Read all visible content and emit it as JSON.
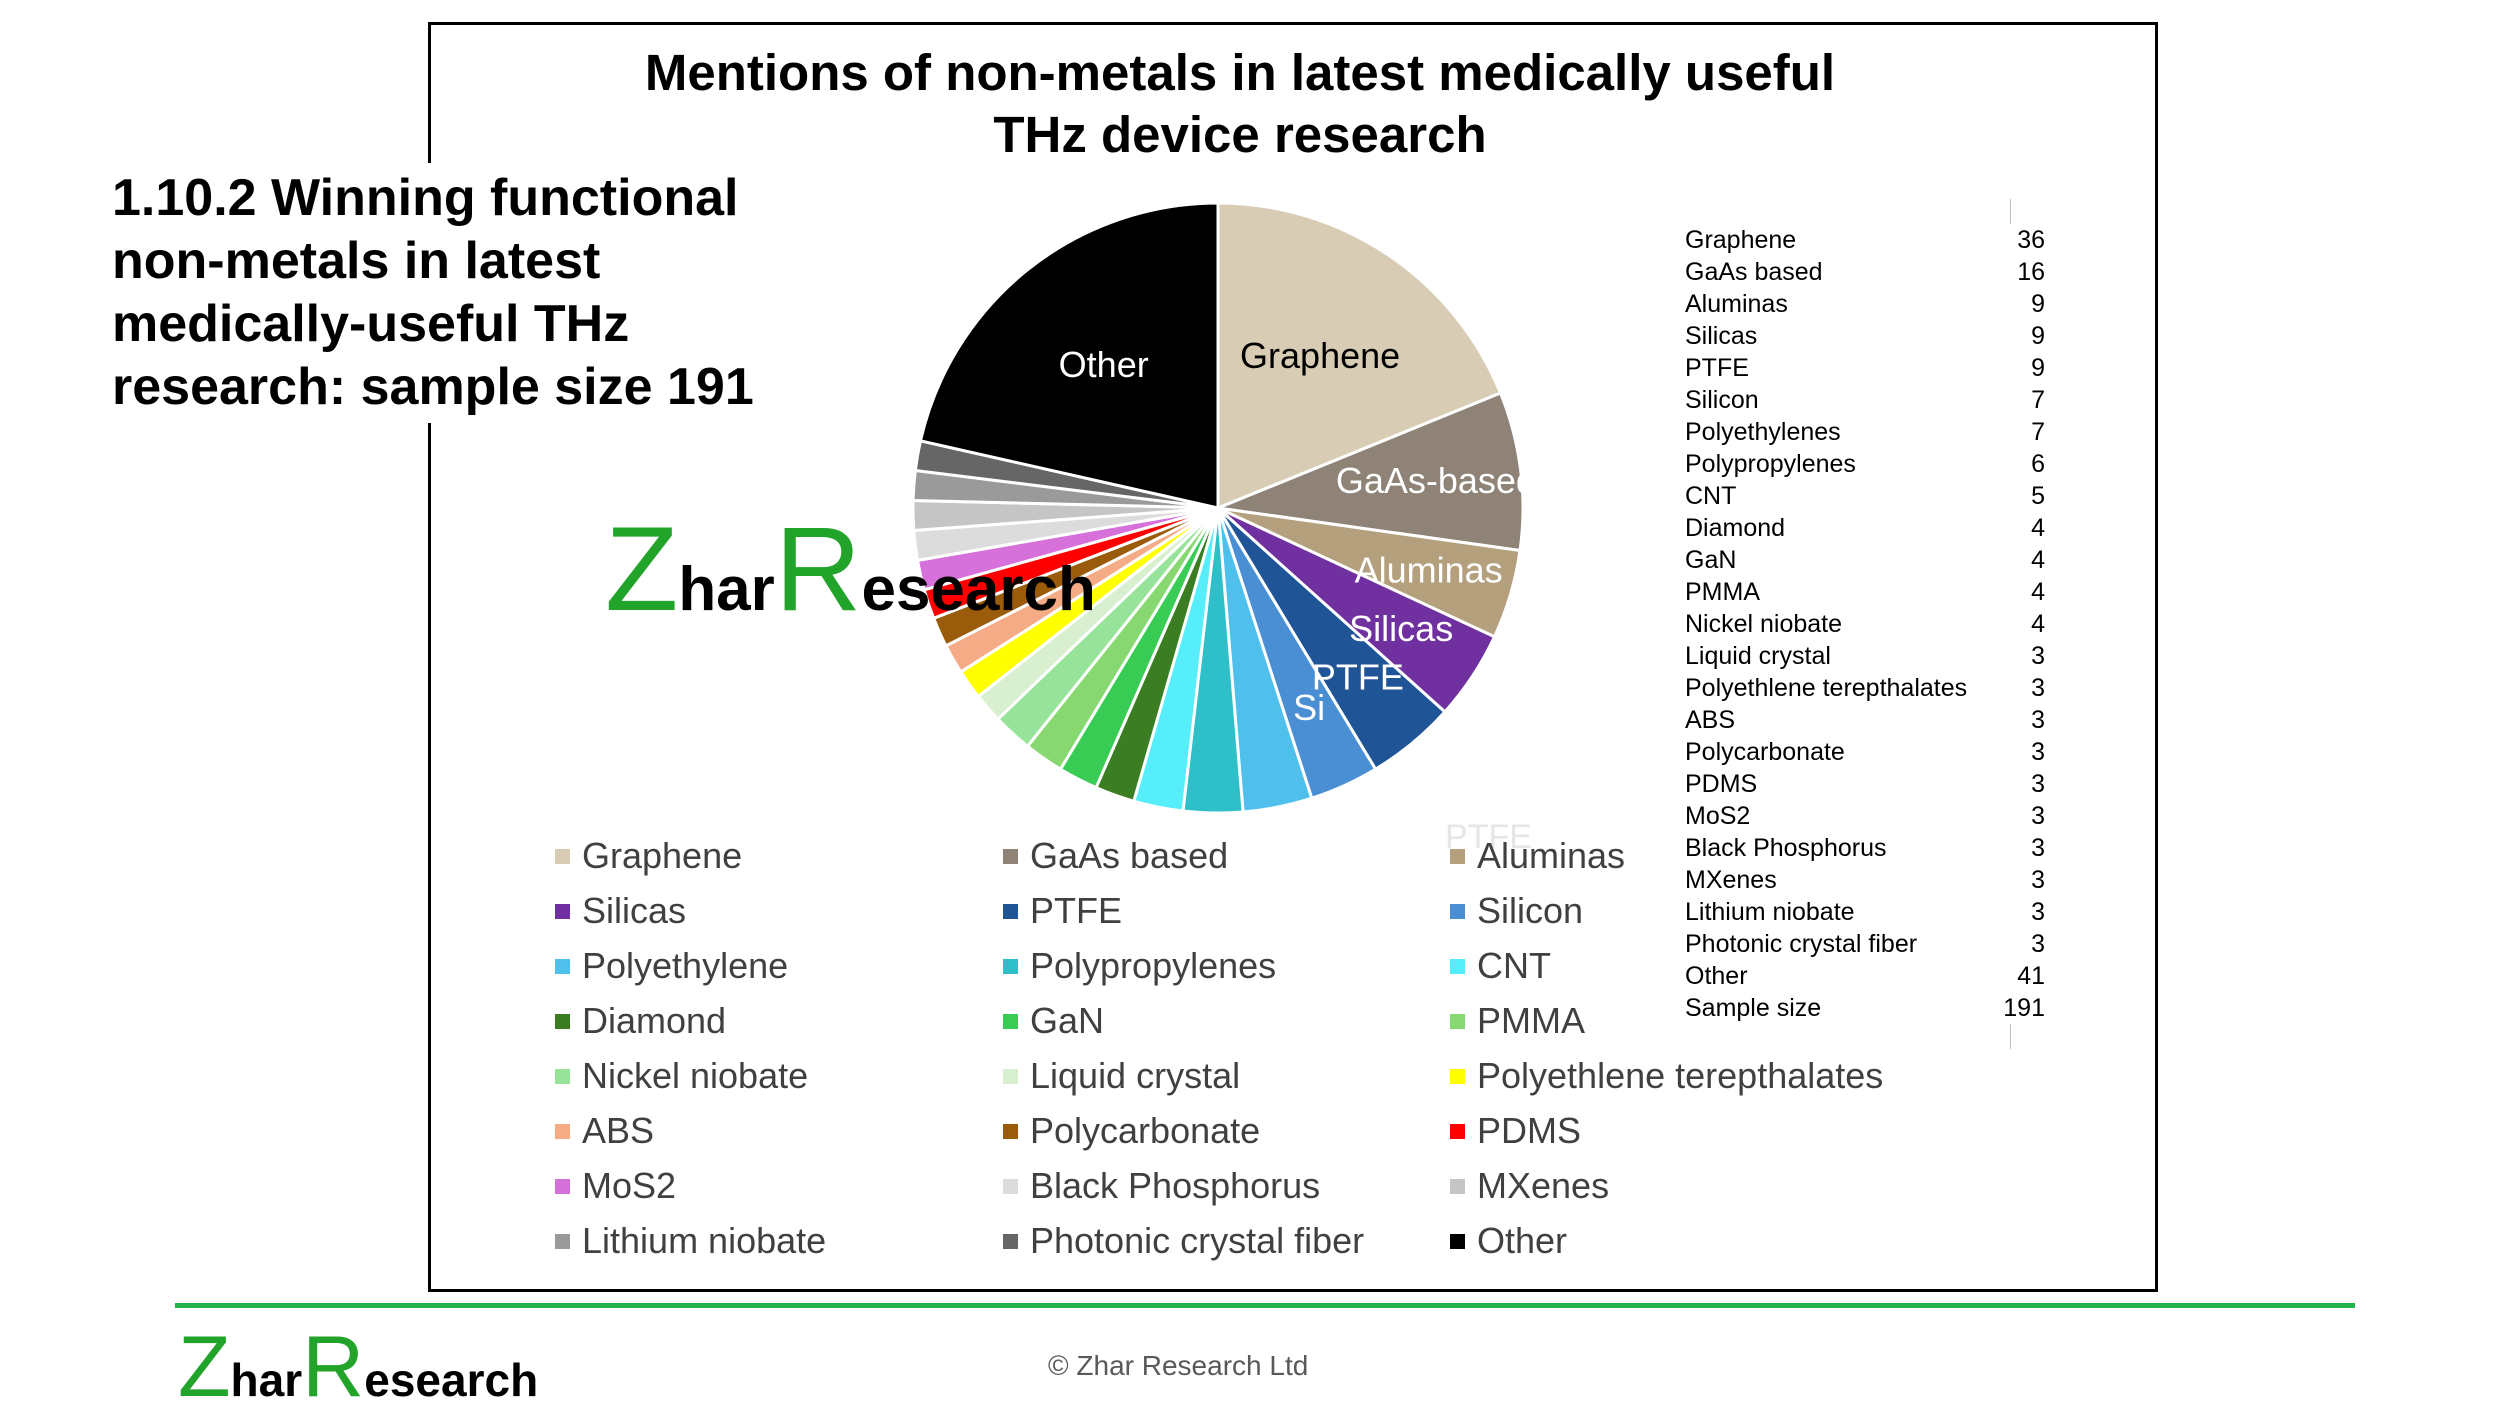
{
  "slide_title": "1.10.2 Winning functional non-metals in latest medically-useful THz research: sample size 191",
  "copyright": "© Zhar Research Ltd",
  "faint_text": "PTFE",
  "logo_text": {
    "big": "Z",
    "part1": "har",
    "big2": "R",
    "part2": "esearch"
  },
  "chart_data": {
    "type": "pie",
    "title": "Mentions of non-metals in latest medically useful THz device research",
    "title_line1": "Mentions of non-metals in latest medically useful",
    "title_line2": "THz device research",
    "categories": [
      "Graphene",
      "GaAs based",
      "Aluminas",
      "Silicas",
      "PTFE",
      "Silicon",
      "Polyethylene",
      "Polypropylenes",
      "CNT",
      "Diamond",
      "GaN",
      "PMMA",
      "Nickel niobate",
      "Liquid crystal",
      "Polyethlene terepthalates",
      "ABS",
      "Polycarbonate",
      "PDMS",
      "MoS2",
      "Black Phosphorus",
      "MXenes",
      "Lithium niobate",
      "Photonic crystal fiber",
      "Other"
    ],
    "values": [
      36,
      16,
      9,
      9,
      9,
      7,
      7,
      6,
      5,
      4,
      4,
      4,
      4,
      3,
      3,
      3,
      3,
      3,
      3,
      3,
      3,
      3,
      3,
      41
    ],
    "colors": [
      "#d9ccb4",
      "#8f8378",
      "#b5a07e",
      "#7030a0",
      "#1f5596",
      "#4a8fd3",
      "#4fc0ec",
      "#2ebfc8",
      "#55eefa",
      "#3a7d22",
      "#38cc55",
      "#88d872",
      "#98e39a",
      "#d8f0d0",
      "#ffff00",
      "#f4ab86",
      "#9a5b0a",
      "#ff0000",
      "#d670db",
      "#dcdcdc",
      "#c5c5c5",
      "#9a9a9a",
      "#666666",
      "#000000"
    ],
    "slice_labels": [
      {
        "index": 0,
        "text": "Graphene",
        "color": "#000000"
      },
      {
        "index": 1,
        "text": "GaAs-based",
        "color": "#ffffff"
      },
      {
        "index": 2,
        "text": "Aluminas",
        "color": "#ffffff"
      },
      {
        "index": 3,
        "text": "Silicas",
        "color": "#ffffff"
      },
      {
        "index": 4,
        "text": "PTFE",
        "color": "#ffffff"
      },
      {
        "index": 5,
        "text": "Si",
        "color": "#ffffff"
      },
      {
        "index": 23,
        "text": "Other",
        "color": "#ffffff"
      }
    ],
    "legend_placement": "bottom",
    "table": {
      "rows": [
        {
          "name": "Graphene",
          "value": "36"
        },
        {
          "name": "GaAs based",
          "value": "16"
        },
        {
          "name": "Aluminas",
          "value": "9"
        },
        {
          "name": "Silicas",
          "value": "9"
        },
        {
          "name": "PTFE",
          "value": "9"
        },
        {
          "name": "Silicon",
          "value": "7"
        },
        {
          "name": "Polyethylenes",
          "value": "7"
        },
        {
          "name": "Polypropylenes",
          "value": "6"
        },
        {
          "name": "CNT",
          "value": "5"
        },
        {
          "name": "Diamond",
          "value": "4"
        },
        {
          "name": "GaN",
          "value": "4"
        },
        {
          "name": "PMMA",
          "value": "4"
        },
        {
          "name": "Nickel niobate",
          "value": "4"
        },
        {
          "name": "Liquid crystal",
          "value": "3"
        },
        {
          "name": "Polyethlene terepthalates",
          "value": "3"
        },
        {
          "name": "ABS",
          "value": "3"
        },
        {
          "name": "Polycarbonate",
          "value": "3"
        },
        {
          "name": "PDMS",
          "value": "3"
        },
        {
          "name": "MoS2",
          "value": "3"
        },
        {
          "name": "Black Phosphorus",
          "value": "3"
        },
        {
          "name": "MXenes",
          "value": "3"
        },
        {
          "name": "Lithium niobate",
          "value": "3"
        },
        {
          "name": "Photonic crystal fiber",
          "value": "3"
        },
        {
          "name": "Other",
          "value": "41"
        },
        {
          "name": "Sample size",
          "value": "191"
        }
      ]
    }
  }
}
